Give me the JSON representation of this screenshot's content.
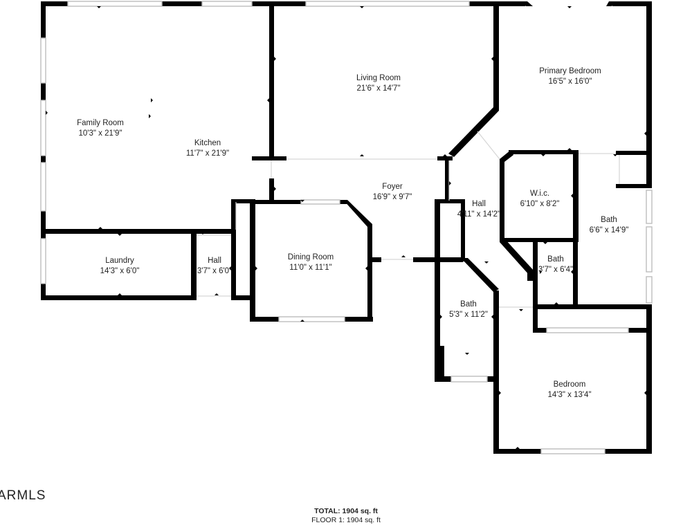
{
  "rooms": {
    "family_room": {
      "name": "Family Room",
      "dim": "10'3\" x 21'9\""
    },
    "kitchen": {
      "name": "Kitchen",
      "dim": "11'7\" x 21'9\""
    },
    "living_room": {
      "name": "Living Room",
      "dim": "21'6\" x 14'7\""
    },
    "primary_bedroom": {
      "name": "Primary Bedroom",
      "dim": "16'5\" x 16'0\""
    },
    "foyer": {
      "name": "Foyer",
      "dim": "16'9\" x 9'7\""
    },
    "hall_center": {
      "name": "Hall",
      "dim": "4'11\" x 14'2\""
    },
    "wic": {
      "name": "W.i.c.",
      "dim": "6'10\" x 8'2\""
    },
    "bath_primary": {
      "name": "Bath",
      "dim": "6'6\" x 14'9\""
    },
    "laundry": {
      "name": "Laundry",
      "dim": "14'3\" x 6'0\""
    },
    "hall_west": {
      "name": "Hall",
      "dim": "3'7\" x 6'0\""
    },
    "dining_room": {
      "name": "Dining Room",
      "dim": "11'0\" x 11'1\""
    },
    "bath_small": {
      "name": "Bath",
      "dim": "3'7\" x 6'4\""
    },
    "bath_hall": {
      "name": "Bath",
      "dim": "5'3\" x 11'2\""
    },
    "bedroom": {
      "name": "Bedroom",
      "dim": "14'3\" x 13'4\""
    }
  },
  "total": {
    "label": "TOTAL: 1904 sq. ft",
    "floor": "FLOOR 1: 1904 sq. ft"
  },
  "logo": {
    "text": "ARMLS"
  },
  "colors": {
    "wall": "#000000",
    "window": "#bdbdbd",
    "background": "#ffffff"
  }
}
